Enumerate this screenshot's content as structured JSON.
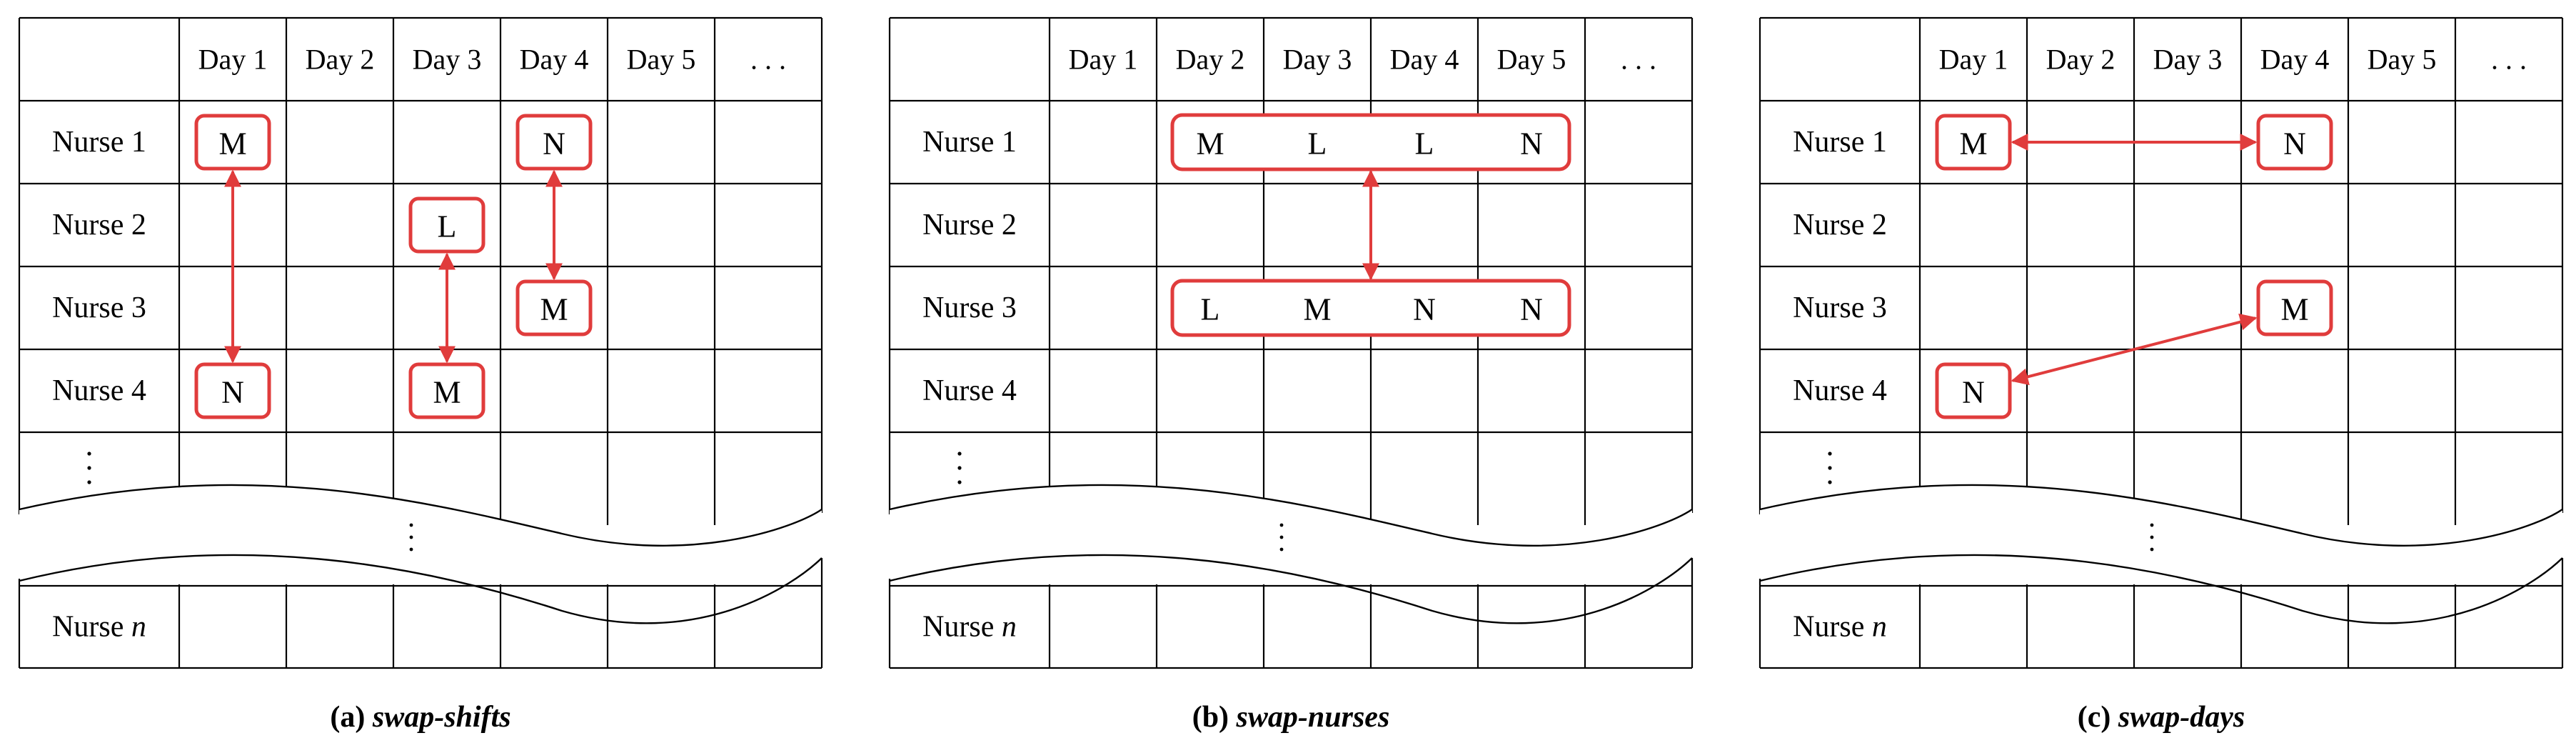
{
  "columns": [
    "Day 1",
    "Day 2",
    "Day 3",
    "Day 4",
    "Day 5",
    ". . ."
  ],
  "rows": [
    "Nurse 1",
    "Nurse 2",
    "Nurse 3",
    "Nurse 4"
  ],
  "last_row_label": "Nurse",
  "last_row_var": "n",
  "colors": {
    "highlight": "#e03c3c",
    "grid": "#000000"
  },
  "panels": [
    {
      "caption_prefix": "(a) ",
      "caption_name": "swap-shifts",
      "cells": [
        {
          "row": 0,
          "col": 0,
          "text": "M"
        },
        {
          "row": 3,
          "col": 0,
          "text": "N"
        },
        {
          "row": 1,
          "col": 2,
          "text": "L"
        },
        {
          "row": 3,
          "col": 2,
          "text": "M"
        },
        {
          "row": 0,
          "col": 3,
          "text": "N"
        },
        {
          "row": 2,
          "col": 3,
          "text": "M"
        }
      ],
      "groups": [],
      "arrows": [
        {
          "from": [
            0,
            0
          ],
          "to": [
            3,
            0
          ]
        },
        {
          "from": [
            1,
            2
          ],
          "to": [
            3,
            2
          ]
        },
        {
          "from": [
            0,
            3
          ],
          "to": [
            2,
            3
          ]
        }
      ]
    },
    {
      "caption_prefix": "(b) ",
      "caption_name": "swap-nurses",
      "cells": [],
      "groups": [
        {
          "row": 0,
          "col_start": 1,
          "col_end": 4,
          "texts": [
            "M",
            "L",
            "L",
            "N"
          ]
        },
        {
          "row": 2,
          "col_start": 1,
          "col_end": 4,
          "texts": [
            "L",
            "M",
            "N",
            "N"
          ]
        }
      ],
      "arrows": [
        {
          "from": [
            0,
            2.5
          ],
          "to": [
            2,
            2.5
          ]
        }
      ]
    },
    {
      "caption_prefix": "(c) ",
      "caption_name": "swap-days",
      "cells": [
        {
          "row": 0,
          "col": 0,
          "text": "M"
        },
        {
          "row": 0,
          "col": 3,
          "text": "N"
        },
        {
          "row": 2,
          "col": 3,
          "text": "M"
        },
        {
          "row": 3,
          "col": 0,
          "text": "N"
        }
      ],
      "groups": [],
      "arrows": [
        {
          "from": [
            0,
            0
          ],
          "to": [
            0,
            3
          ]
        },
        {
          "from": [
            2,
            3
          ],
          "to": [
            3,
            0
          ]
        }
      ]
    }
  ]
}
